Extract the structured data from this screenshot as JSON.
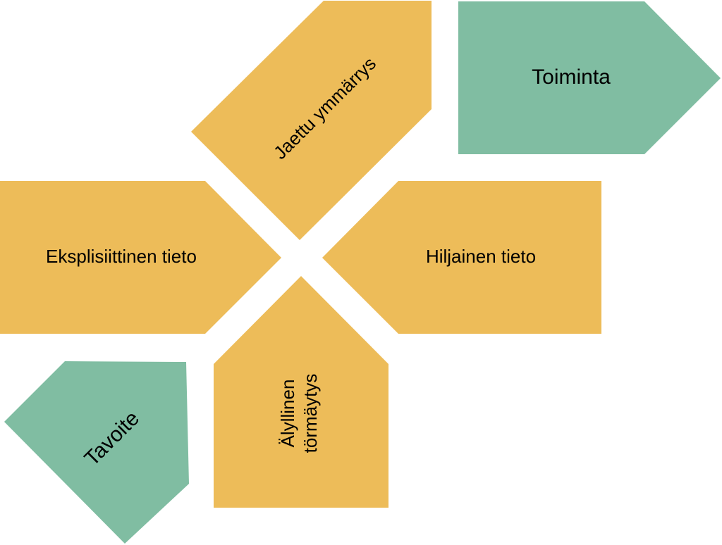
{
  "colors": {
    "yellow": "#EDBC59",
    "green": "#80BDA2",
    "text": "#000000"
  },
  "shapes": {
    "toiminta": {
      "label": "Toiminta",
      "color": "green",
      "icon": "pentagon-arrow-right"
    },
    "jaettu": {
      "label": "Jaettu ymmärrys",
      "color": "yellow",
      "icon": "pentagon-arrow-down-left"
    },
    "eksplisiittinen": {
      "label": "Eksplisiittinen tieto",
      "color": "yellow",
      "icon": "pentagon-arrow-right"
    },
    "hiljainen": {
      "label": "Hiljainen tieto",
      "color": "yellow",
      "icon": "pentagon-arrow-left"
    },
    "alyllinen": {
      "label_line1": "Älyllinen",
      "label_line2": "törmäytys",
      "color": "yellow",
      "icon": "pentagon-arrow-up"
    },
    "tavoite": {
      "label": "Tavoite",
      "color": "green",
      "icon": "pentagon-arrow-left"
    }
  }
}
